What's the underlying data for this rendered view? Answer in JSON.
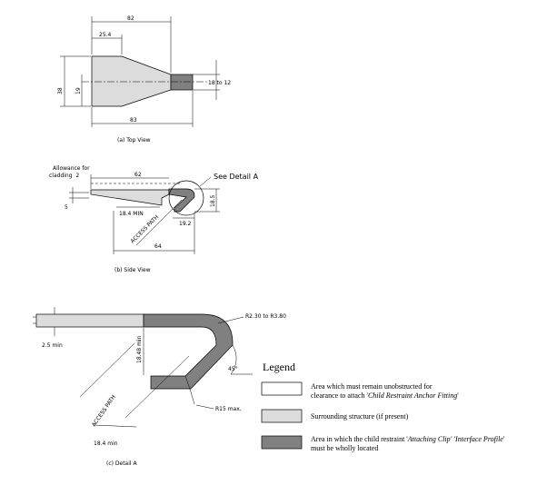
{
  "colors": {
    "white_area": "#ffffff",
    "surrounding": "#dcdcdc",
    "clip_area": "#808080",
    "line": "#000000"
  },
  "top_view": {
    "dim_overall": "82",
    "dim_width": "25.4",
    "dim_height": "38",
    "dim_mid": "19",
    "dim_tip": "18 to 12",
    "dim_bottom": "83",
    "caption": "(a) Top View"
  },
  "side_view": {
    "allowance": "Allowance for cladding 2",
    "dim_top": "62",
    "see_detail": "See Detail A",
    "dim_left": "5",
    "dim_184": "18.4 MIN",
    "access_path": "ACCESS PATH",
    "dim_192": "19.2",
    "dim_185": "18.5",
    "dim_bottom": "64",
    "caption": "(b) Side View"
  },
  "detail_a": {
    "radius_outer": "R2.30 to R3.80",
    "dim_25": "2.5 min",
    "dim_1848": "18.48 min",
    "angle": "45°",
    "radius_inner": "R15 max.",
    "access_path": "ACCESS PATH",
    "dim_184": "18.4 min",
    "caption": "(c) Detail A"
  },
  "legend": {
    "title": "Legend",
    "items": [
      {
        "swatch": "white",
        "line1": "Area which must remain unobstructed for",
        "line2_plain": "clearance to attach '",
        "line2_ital": "Child Restraint Anchor Fitting",
        "line2_end": "'"
      },
      {
        "swatch": "light",
        "line1": "Surrounding structure (if present)"
      },
      {
        "swatch": "dark",
        "line1_plain": "Area in which the child restraint '",
        "line1_ital": "Attaching Clip' 'Interface Profile",
        "line1_end": "'",
        "line2": "must be wholly located"
      }
    ]
  }
}
